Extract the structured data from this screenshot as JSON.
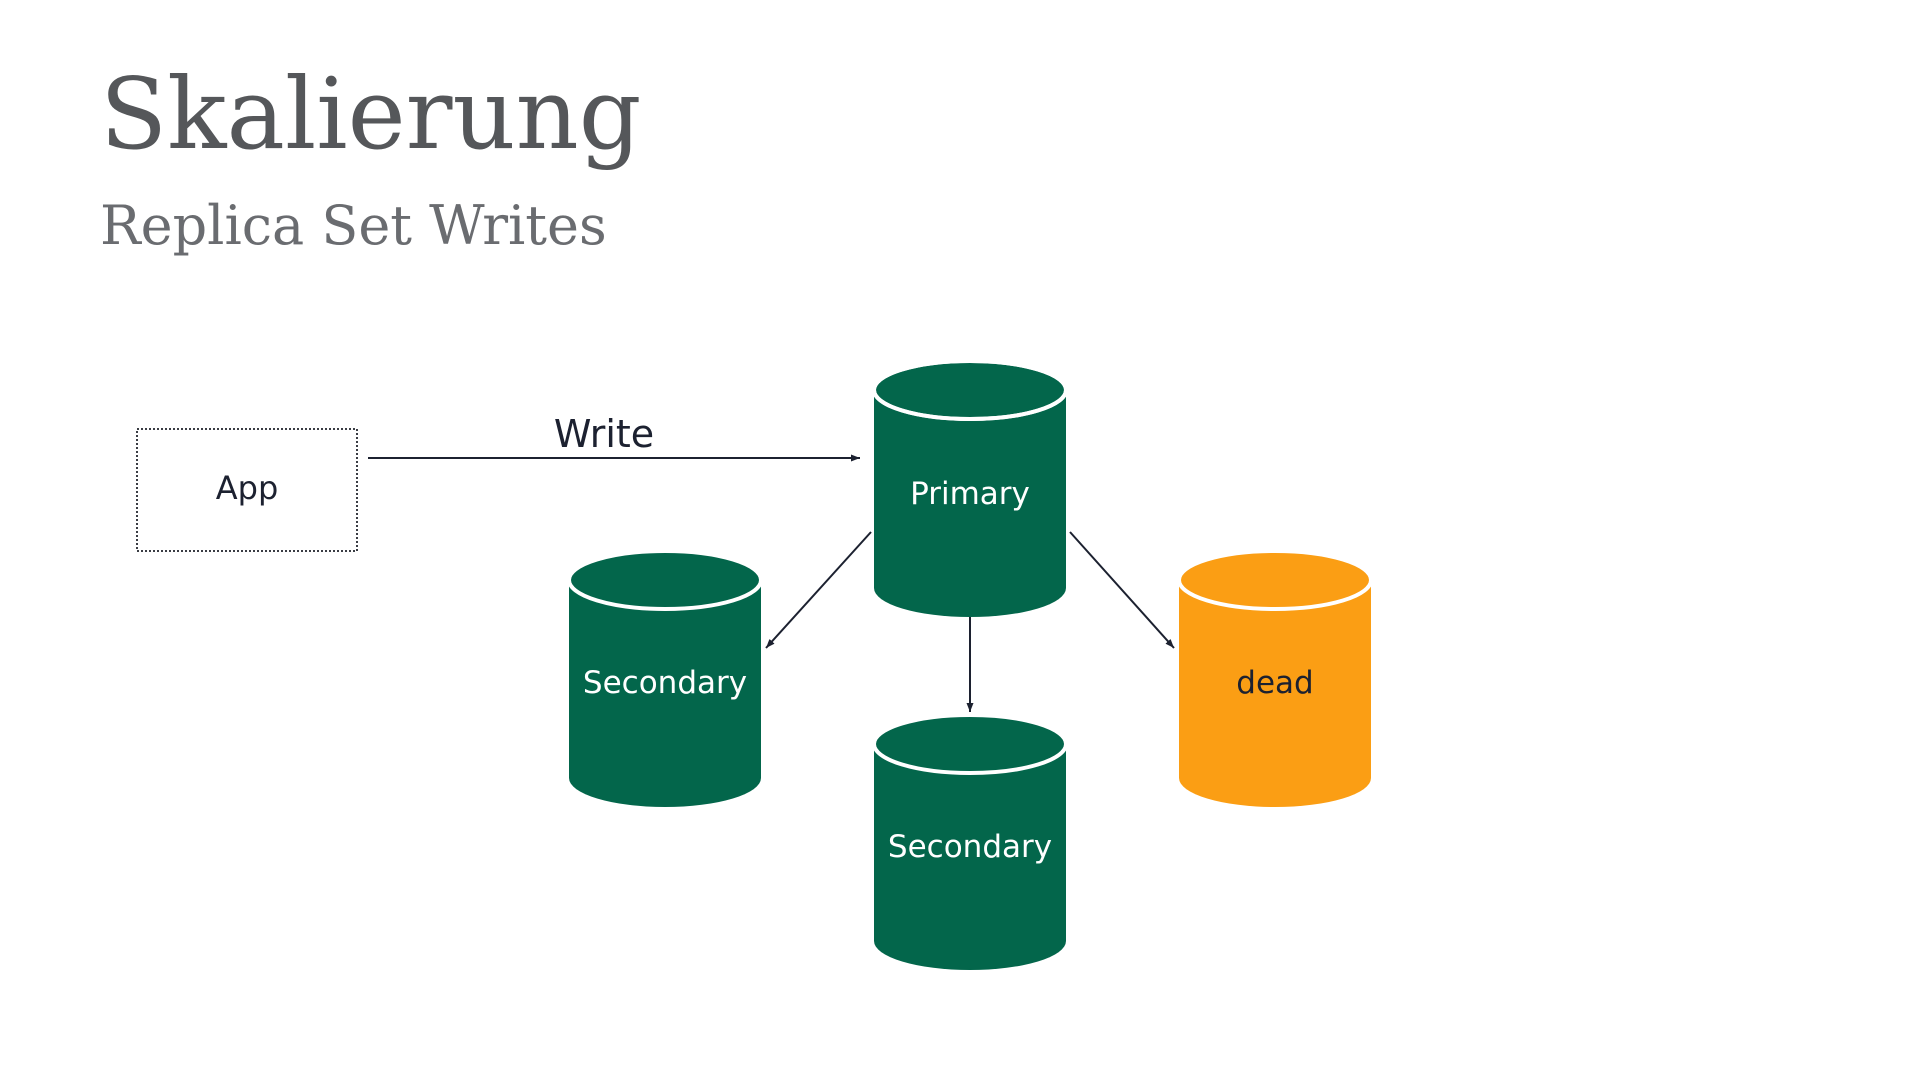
{
  "slide": {
    "title": "Skalierung",
    "subtitle": "Replica Set Writes"
  },
  "diagram": {
    "app_label": "App",
    "write_label": "Write",
    "nodes": {
      "primary": {
        "label": "Primary",
        "color": "#03664b"
      },
      "secondary_left": {
        "label": "Secondary",
        "color": "#03664b"
      },
      "secondary_bottom": {
        "label": "Secondary",
        "color": "#03664b"
      },
      "dead": {
        "label": "dead",
        "color": "#fb9e14"
      }
    },
    "arrow_color": "#1c2130"
  }
}
